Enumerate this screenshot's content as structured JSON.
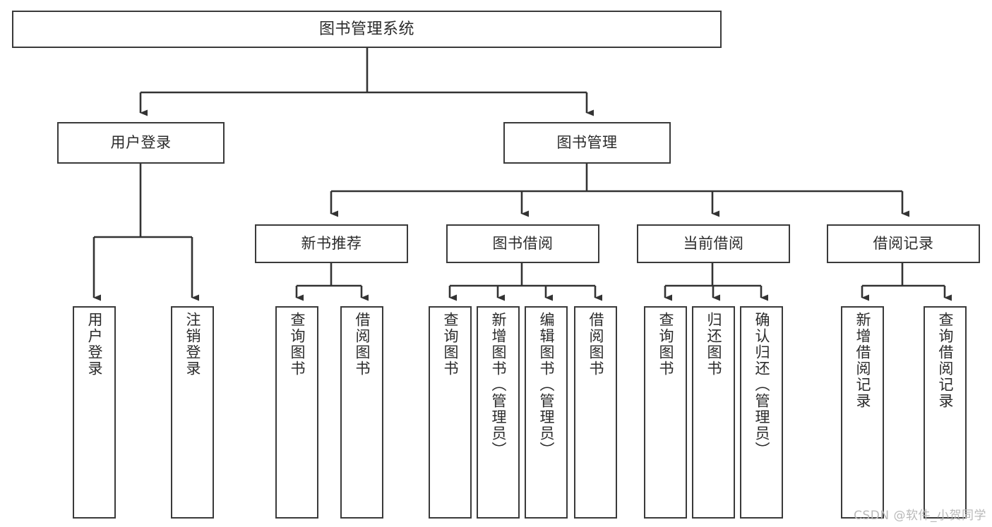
{
  "diagram": {
    "title": "图书管理系统",
    "type": "tree",
    "watermark": "CSDN @软件_小贺同学",
    "colors": {
      "box_border": "#3a3a3a",
      "connector": "#333333",
      "text": "#2b2b2b",
      "background": "#ffffff",
      "watermark": "#b9b9b9"
    },
    "root": {
      "label": "图书管理系统"
    },
    "level2": [
      {
        "label": "用户登录"
      },
      {
        "label": "图书管理"
      }
    ],
    "level3": [
      {
        "label": "新书推荐"
      },
      {
        "label": "图书借阅"
      },
      {
        "label": "当前借阅"
      },
      {
        "label": "借阅记录"
      }
    ],
    "leaves": {
      "user_login": [
        {
          "label": "用户登录"
        },
        {
          "label": "注销登录"
        }
      ],
      "new_book_recommend": [
        {
          "label": "查询图书"
        },
        {
          "label": "借阅图书"
        }
      ],
      "book_borrow": [
        {
          "label": "查询图书"
        },
        {
          "label": "新增图书（管理员）"
        },
        {
          "label": "编辑图书（管理员）"
        },
        {
          "label": "借阅图书"
        }
      ],
      "current_borrow": [
        {
          "label": "查询图书"
        },
        {
          "label": "归还图书"
        },
        {
          "label": "确认归还（管理员）"
        }
      ],
      "borrow_record": [
        {
          "label": "新增借阅记录"
        },
        {
          "label": "查询借阅记录"
        }
      ]
    }
  }
}
